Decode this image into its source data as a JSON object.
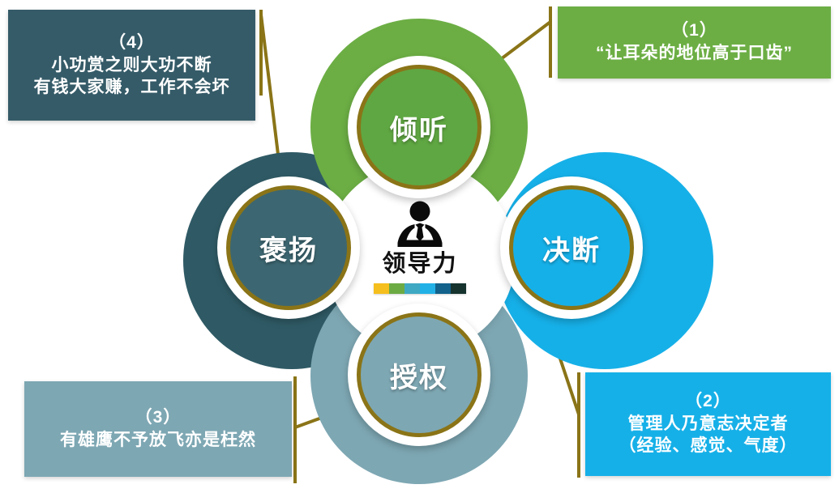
{
  "center": {
    "icon": "businessman-icon",
    "title": "领导力",
    "swatches": [
      "#f5bf1d",
      "#6cab44",
      "#3fa9c3",
      "#22b1e6",
      "#12628b",
      "#16332e"
    ]
  },
  "nodes": [
    {
      "key": "listen",
      "label": "倾听",
      "color": "#5fa742",
      "ring": "#8a7417",
      "position": "top"
    },
    {
      "key": "decide",
      "label": "决断",
      "color": "#16b0e8",
      "ring": "#8a7417",
      "position": "right"
    },
    {
      "key": "empower",
      "label": "授权",
      "color": "#7da7b3",
      "ring": "#8a7417",
      "position": "bottom"
    },
    {
      "key": "praise",
      "label": "褒扬",
      "color": "#3c6671",
      "ring": "#8a7417",
      "position": "left"
    }
  ],
  "petals": [
    {
      "key": "listen-petal",
      "color": "#6cae44"
    },
    {
      "key": "decide-petal",
      "color": "#16b0e8"
    },
    {
      "key": "empower-petal",
      "color": "#7da7b3"
    },
    {
      "key": "praise-petal",
      "color": "#2f5a65"
    }
  ],
  "captions": {
    "one": {
      "number": "（1）",
      "lines": [
        "“让耳朵的地位高于口齿”"
      ],
      "bg": "#6cae44"
    },
    "two": {
      "number": "（2）",
      "lines": [
        "管理人乃意志决定者",
        "（经验、感觉、气度）"
      ],
      "bg": "#16b0e8"
    },
    "three": {
      "number": "（3）",
      "lines": [
        "有雄鹰不予放飞亦是枉然"
      ],
      "bg": "#7da7b3"
    },
    "four": {
      "number": "（4）",
      "lines": [
        "小功赏之则大功不断",
        "有钱大家赚，工作不会坏"
      ],
      "bg": "#355b68"
    }
  },
  "connector_color": "#8a7417"
}
